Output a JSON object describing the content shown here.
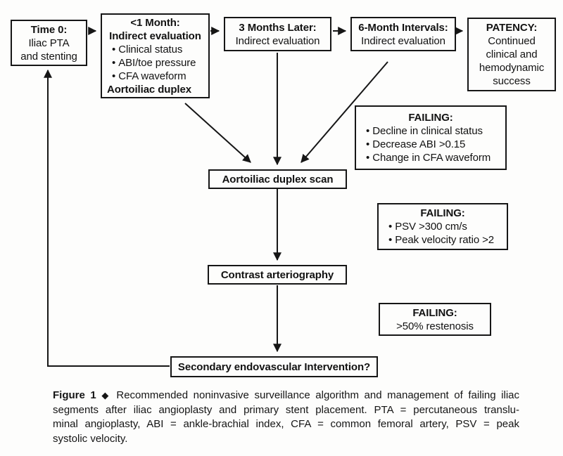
{
  "figure": {
    "boxes": {
      "time0": {
        "title": "Time 0:",
        "line2": "Iliac PTA",
        "line3": "and stenting"
      },
      "month1": {
        "title": "<1 Month:",
        "subtitle": "Indirect evaluation",
        "bullets": [
          "Clinical status",
          "ABI/toe pressure",
          "CFA waveform"
        ],
        "footer": "Aortoiliac duplex"
      },
      "months3": {
        "title": "3 Months Later:",
        "subtitle": "Indirect evaluation"
      },
      "months6": {
        "title": "6-Month Intervals:",
        "subtitle": "Indirect evaluation"
      },
      "patency": {
        "title": "PATENCY:",
        "line2": "Continued",
        "line3": "clinical and",
        "line4": "hemodynamic",
        "line5": "success"
      },
      "failing1": {
        "title": "FAILING:",
        "bullets": [
          "Decline in clinical status",
          "Decrease ABI >0.15",
          "Change in CFA waveform"
        ]
      },
      "failing2": {
        "title": "FAILING:",
        "bullets": [
          "PSV >300 cm/s",
          "Peak velocity ratio >2"
        ]
      },
      "failing3": {
        "title": "FAILING:",
        "line2": ">50% restenosis"
      },
      "duplexScan": {
        "title": "Aortoiliac duplex scan"
      },
      "contrast": {
        "title": "Contrast arteriography"
      },
      "secondary": {
        "title": "Secondary endovascular Intervention?"
      }
    },
    "caption": {
      "label": "Figure 1",
      "diamond": "◆",
      "line1": "Recommended noninvasive surveillance algorithm and management of failing iliac",
      "line2": "segments after iliac angioplasty and primary stent placement. PTA = percutaneous translu-",
      "line3": "minal angioplasty, ABI = ankle-brachial index, CFA = common femoral artery, PSV = peak",
      "line4": "systolic velocity."
    },
    "colors": {
      "ink": "#161616",
      "paper": "#fdfdfc"
    }
  }
}
